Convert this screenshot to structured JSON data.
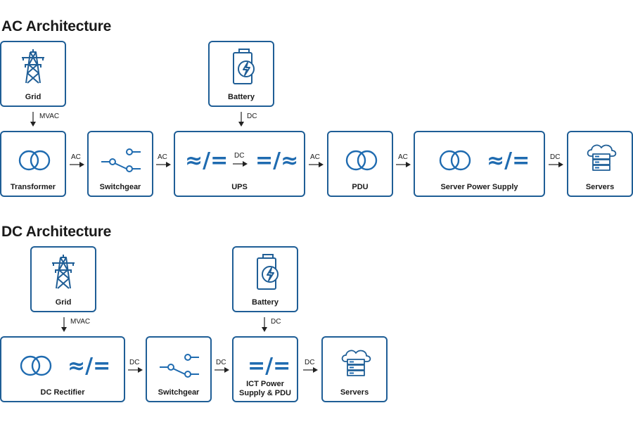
{
  "colors": {
    "accent": "#1f6bb0",
    "border": "#1f5e96"
  },
  "ac": {
    "title": "AC Architecture",
    "grid": {
      "label": "Grid",
      "icon": "power-tower-icon"
    },
    "battery": {
      "label": "Battery",
      "icon": "battery-icon"
    },
    "grid_link": "MVAC",
    "battery_link": "DC",
    "transformer": {
      "label": "Transformer",
      "icon": "transformer-icon"
    },
    "switchgear": {
      "label": "Switchgear",
      "icon": "switch-icon"
    },
    "ups": {
      "label": "UPS",
      "left_symbol": "≈/=",
      "inner_link": "DC",
      "right_symbol": "=/≈"
    },
    "pdu": {
      "label": "PDU",
      "icon": "transformer-icon"
    },
    "psu": {
      "label": "Server Power Supply",
      "symbol": "≈/=",
      "icon": "transformer-icon"
    },
    "servers": {
      "label": "Servers",
      "icon": "cloud-server-icon"
    },
    "links": [
      "AC",
      "AC",
      "AC",
      "AC",
      "DC"
    ]
  },
  "dc": {
    "title": "DC Architecture",
    "grid": {
      "label": "Grid",
      "icon": "power-tower-icon"
    },
    "battery": {
      "label": "Battery",
      "icon": "battery-icon"
    },
    "grid_link": "MVAC",
    "battery_link": "DC",
    "rectifier": {
      "label": "DC Rectifier",
      "symbol": "≈/=",
      "icon": "transformer-icon"
    },
    "switchgear": {
      "label": "Switchgear",
      "icon": "switch-icon"
    },
    "ict": {
      "label_line1": "ICT Power",
      "label_line2": "Supply & PDU",
      "symbol": "=/="
    },
    "servers": {
      "label": "Servers",
      "icon": "cloud-server-icon"
    },
    "links": [
      "DC",
      "DC",
      "DC"
    ]
  }
}
